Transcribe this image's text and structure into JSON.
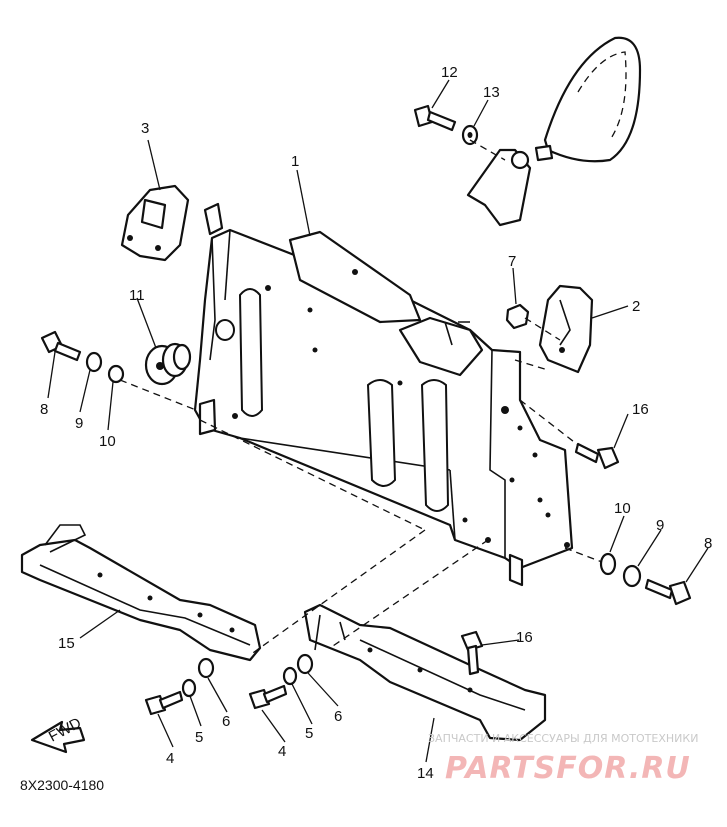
{
  "diagram": {
    "code": "8X2300-4180",
    "fwd_label": "FWD",
    "watermark": {
      "line1": "ЗАПЧАСТИ И АКСЕССУАРЫ ДЛЯ МОТОТЕХНИКИ",
      "line2": "PARTSFOR.RU"
    },
    "callouts": {
      "c1": "1",
      "c2": "2",
      "c3": "3",
      "c4a": "4",
      "c4b": "4",
      "c5a": "5",
      "c5b": "5",
      "c6a": "6",
      "c6b": "6",
      "c7": "7",
      "c8a": "8",
      "c8b": "8",
      "c9a": "9",
      "c9b": "9",
      "c10a": "10",
      "c10b": "10",
      "c11": "11",
      "c12": "12",
      "c13": "13",
      "c14": "14",
      "c15": "15",
      "c16a": "16",
      "c16b": "16"
    }
  }
}
